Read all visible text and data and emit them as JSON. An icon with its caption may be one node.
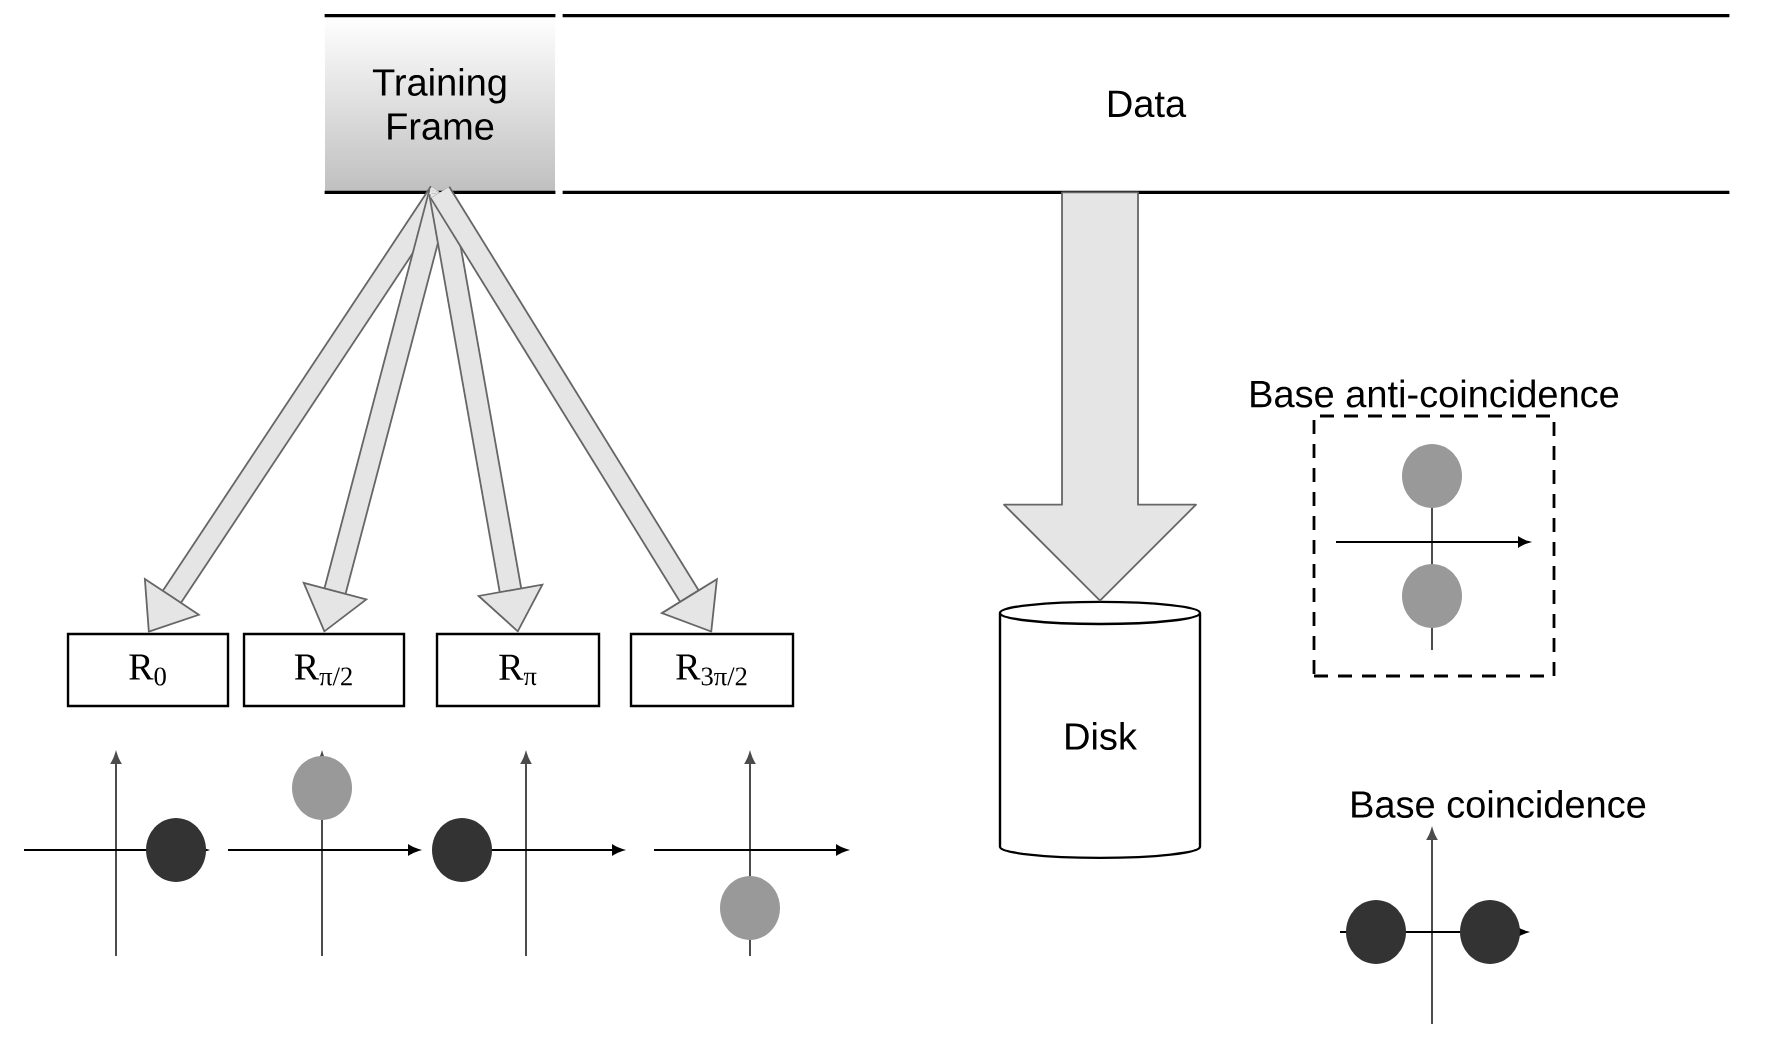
{
  "diagram": {
    "nodes": [
      {
        "text": [
          "Training Frame"
        ]
      },
      {
        "text": [
          "Data"
        ]
      },
      {
        "text": [
          "R$_{0}$"
        ]
      },
      {
        "text": [
          "R$_{π/2}$"
        ]
      },
      {
        "text": [
          "R$_{π}$"
        ]
      },
      {
        "text": [
          "R$_{3π/2}$"
        ]
      },
      {
        "text": [
          "Disk"
        ]
      },
      {
        "text": [
          "Base anti-coincidence"
        ]
      }
    ],
    "edges": [
      {
        "from": 0,
        "to": 2,
        "arrow": "to"
      },
      {
        "from": 0,
        "to": 3,
        "arrow": "to"
      },
      {
        "from": 0,
        "to": 4,
        "arrow": "to"
      },
      {
        "from": 0,
        "to": 5,
        "arrow": "to"
      },
      {
        "from": 1,
        "to": 6,
        "arrow": "to",
        "style": "thick"
      }
    ],
    "labels": [
      "Base coincidence"
    ]
  }
}
